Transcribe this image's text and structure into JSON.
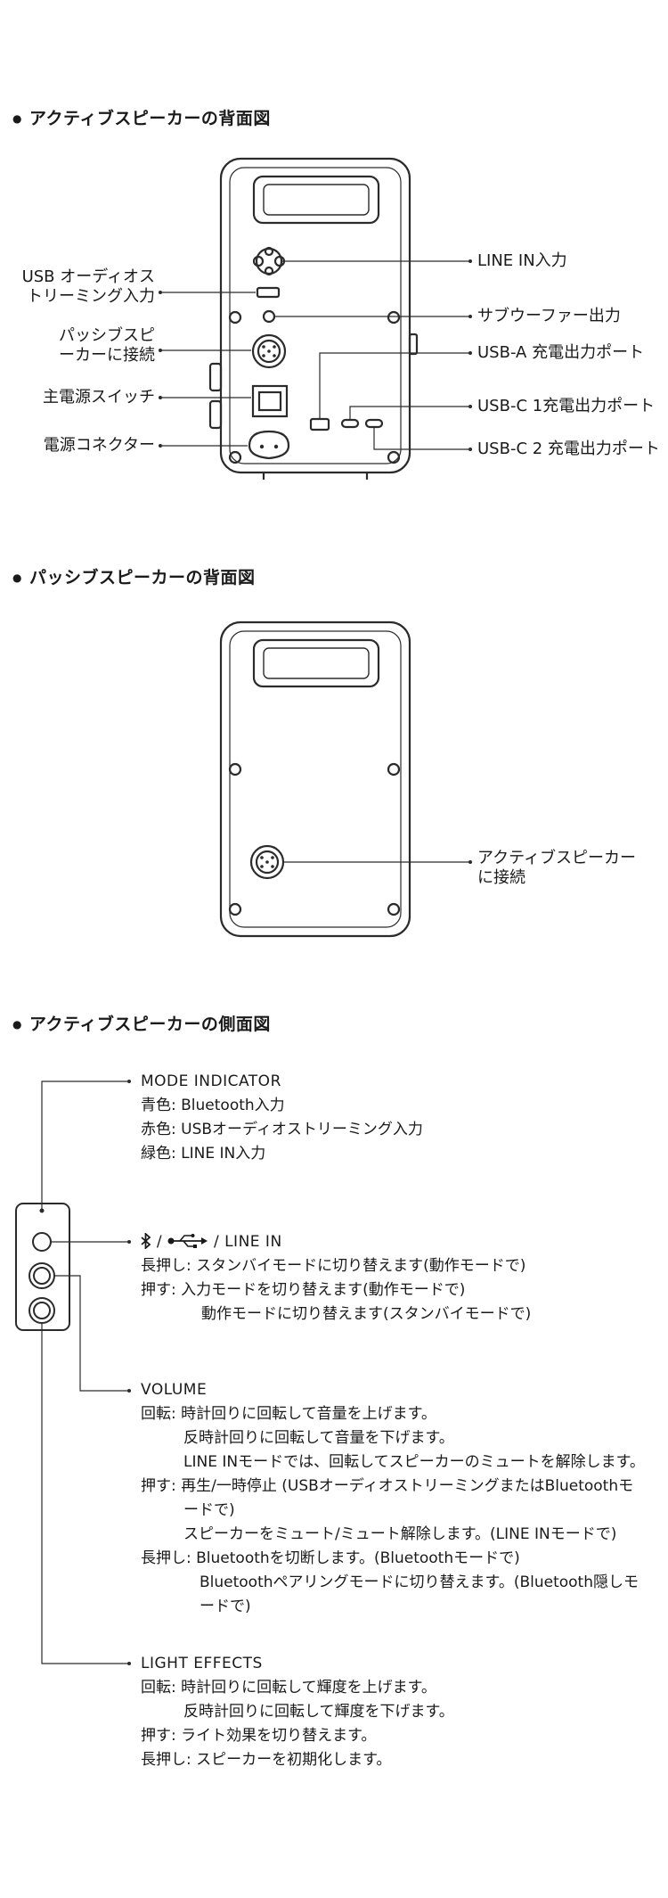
{
  "sections": {
    "active_back": {
      "heading": "アクティブスピーカーの背面図"
    },
    "passive_back": {
      "heading": "パッシブスピーカーの背面図"
    },
    "active_side": {
      "heading": "アクティブスピーカーの側面図"
    }
  },
  "active_back_labels": {
    "usb_audio": [
      "USB オーディオス",
      "トリーミング入力"
    ],
    "passive_connect": [
      "パッシブスピ",
      "ーカーに接続"
    ],
    "main_power": "主電源スイッチ",
    "power_connector": "電源コネクター",
    "line_in": "LINE IN入力",
    "subwoofer_out": "サブウーファー出力",
    "usb_a": "USB-A 充電出力ポート",
    "usb_c1": "USB-C 1充電出力ポート",
    "usb_c2": "USB-C 2 充電出力ポート"
  },
  "passive_back_labels": {
    "active_connect": [
      "アクティブスピーカー",
      "に接続"
    ]
  },
  "side": {
    "mode_indicator": {
      "title": "MODE  INDICATOR",
      "lines": [
        "青色: Bluetooth入力",
        "赤色: USBオーディオストリーミング入力",
        "緑色: LINE IN入力"
      ]
    },
    "input_button": {
      "title": "/ LINE IN",
      "separator": "/",
      "lines": [
        "長押し: スタンバイモードに切り替えます(動作モードで)",
        "押す: 入力モードを切り替えます(動作モードで)"
      ],
      "indented": [
        "動作モードに切り替えます(スタンバイモードで)"
      ]
    },
    "volume": {
      "title": "VOLUME",
      "rotate_label": "回転: 時計回りに回転して音量を上げます。",
      "rotate_more": [
        "反時計回りに回転して音量を下げます。",
        "LINE INモードでは、回転してスピーカーのミュートを解除します。"
      ],
      "press_label": "押す: 再生/一時停止 (USBオーディオストリーミングまたはBluetoothモ",
      "press_more": [
        "ードで)",
        "スピーカーをミュート/ミュート解除します。(LINE INモードで)"
      ],
      "hold_label": "長押し: Bluetoothを切断します。(Bluetoothモードで)",
      "hold_more": [
        "Bluetoothペアリングモードに切り替えます。(Bluetooth隠しモ",
        "ードで)"
      ]
    },
    "light_effects": {
      "title": "LIGHT  EFFECTS",
      "lines": [
        "回転: 時計回りに回転して輝度を上げます。"
      ],
      "indented": [
        "反時計回りに回転して輝度を下げます。"
      ],
      "lines2": [
        "押す: ライト効果を切り替えます。",
        "長押し: スピーカーを初期化します。"
      ]
    }
  },
  "icons": [
    "bluetooth-icon",
    "usb-icon"
  ],
  "colors": {
    "stroke": "#2b2b2b",
    "text": "#1a1a1a"
  }
}
